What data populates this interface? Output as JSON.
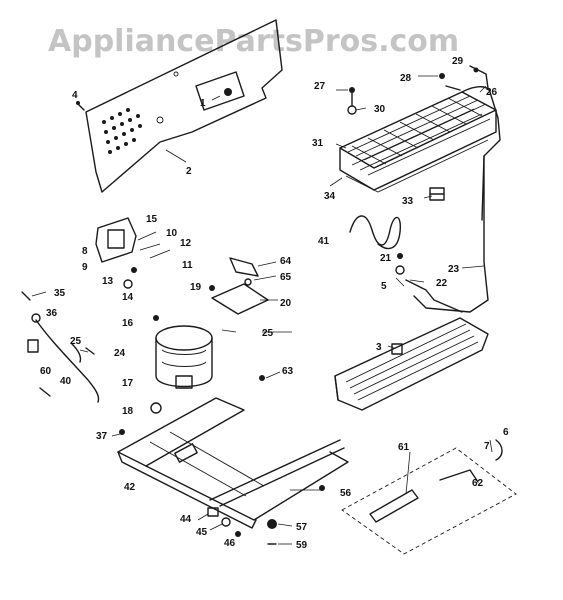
{
  "watermark": "AppliancePartsPros.com",
  "callouts": {
    "c1": "1",
    "c2": "2",
    "c3": "3",
    "c4": "4",
    "c5": "5",
    "c6": "6",
    "c7": "7",
    "c8": "8",
    "c9": "9",
    "c10": "10",
    "c11": "11",
    "c12": "12",
    "c13": "13",
    "c14": "14",
    "c15": "15",
    "c16": "16",
    "c17": "17",
    "c18": "18",
    "c19": "19",
    "c20": "20",
    "c21": "21",
    "c22": "22",
    "c23": "23",
    "c24": "24",
    "c25a": "25",
    "c25b": "25",
    "c26": "26",
    "c27": "27",
    "c28": "28",
    "c29": "29",
    "c30": "30",
    "c31": "31",
    "c33": "33",
    "c34": "34",
    "c35": "35",
    "c36": "36",
    "c37": "37",
    "c40": "40",
    "c41": "41",
    "c42": "42",
    "c44": "44",
    "c45": "45",
    "c46": "46",
    "c56": "56",
    "c57": "57",
    "c59": "59",
    "c60": "60",
    "c61": "61",
    "c62": "62",
    "c63": "63",
    "c64": "64",
    "c65": "65"
  }
}
